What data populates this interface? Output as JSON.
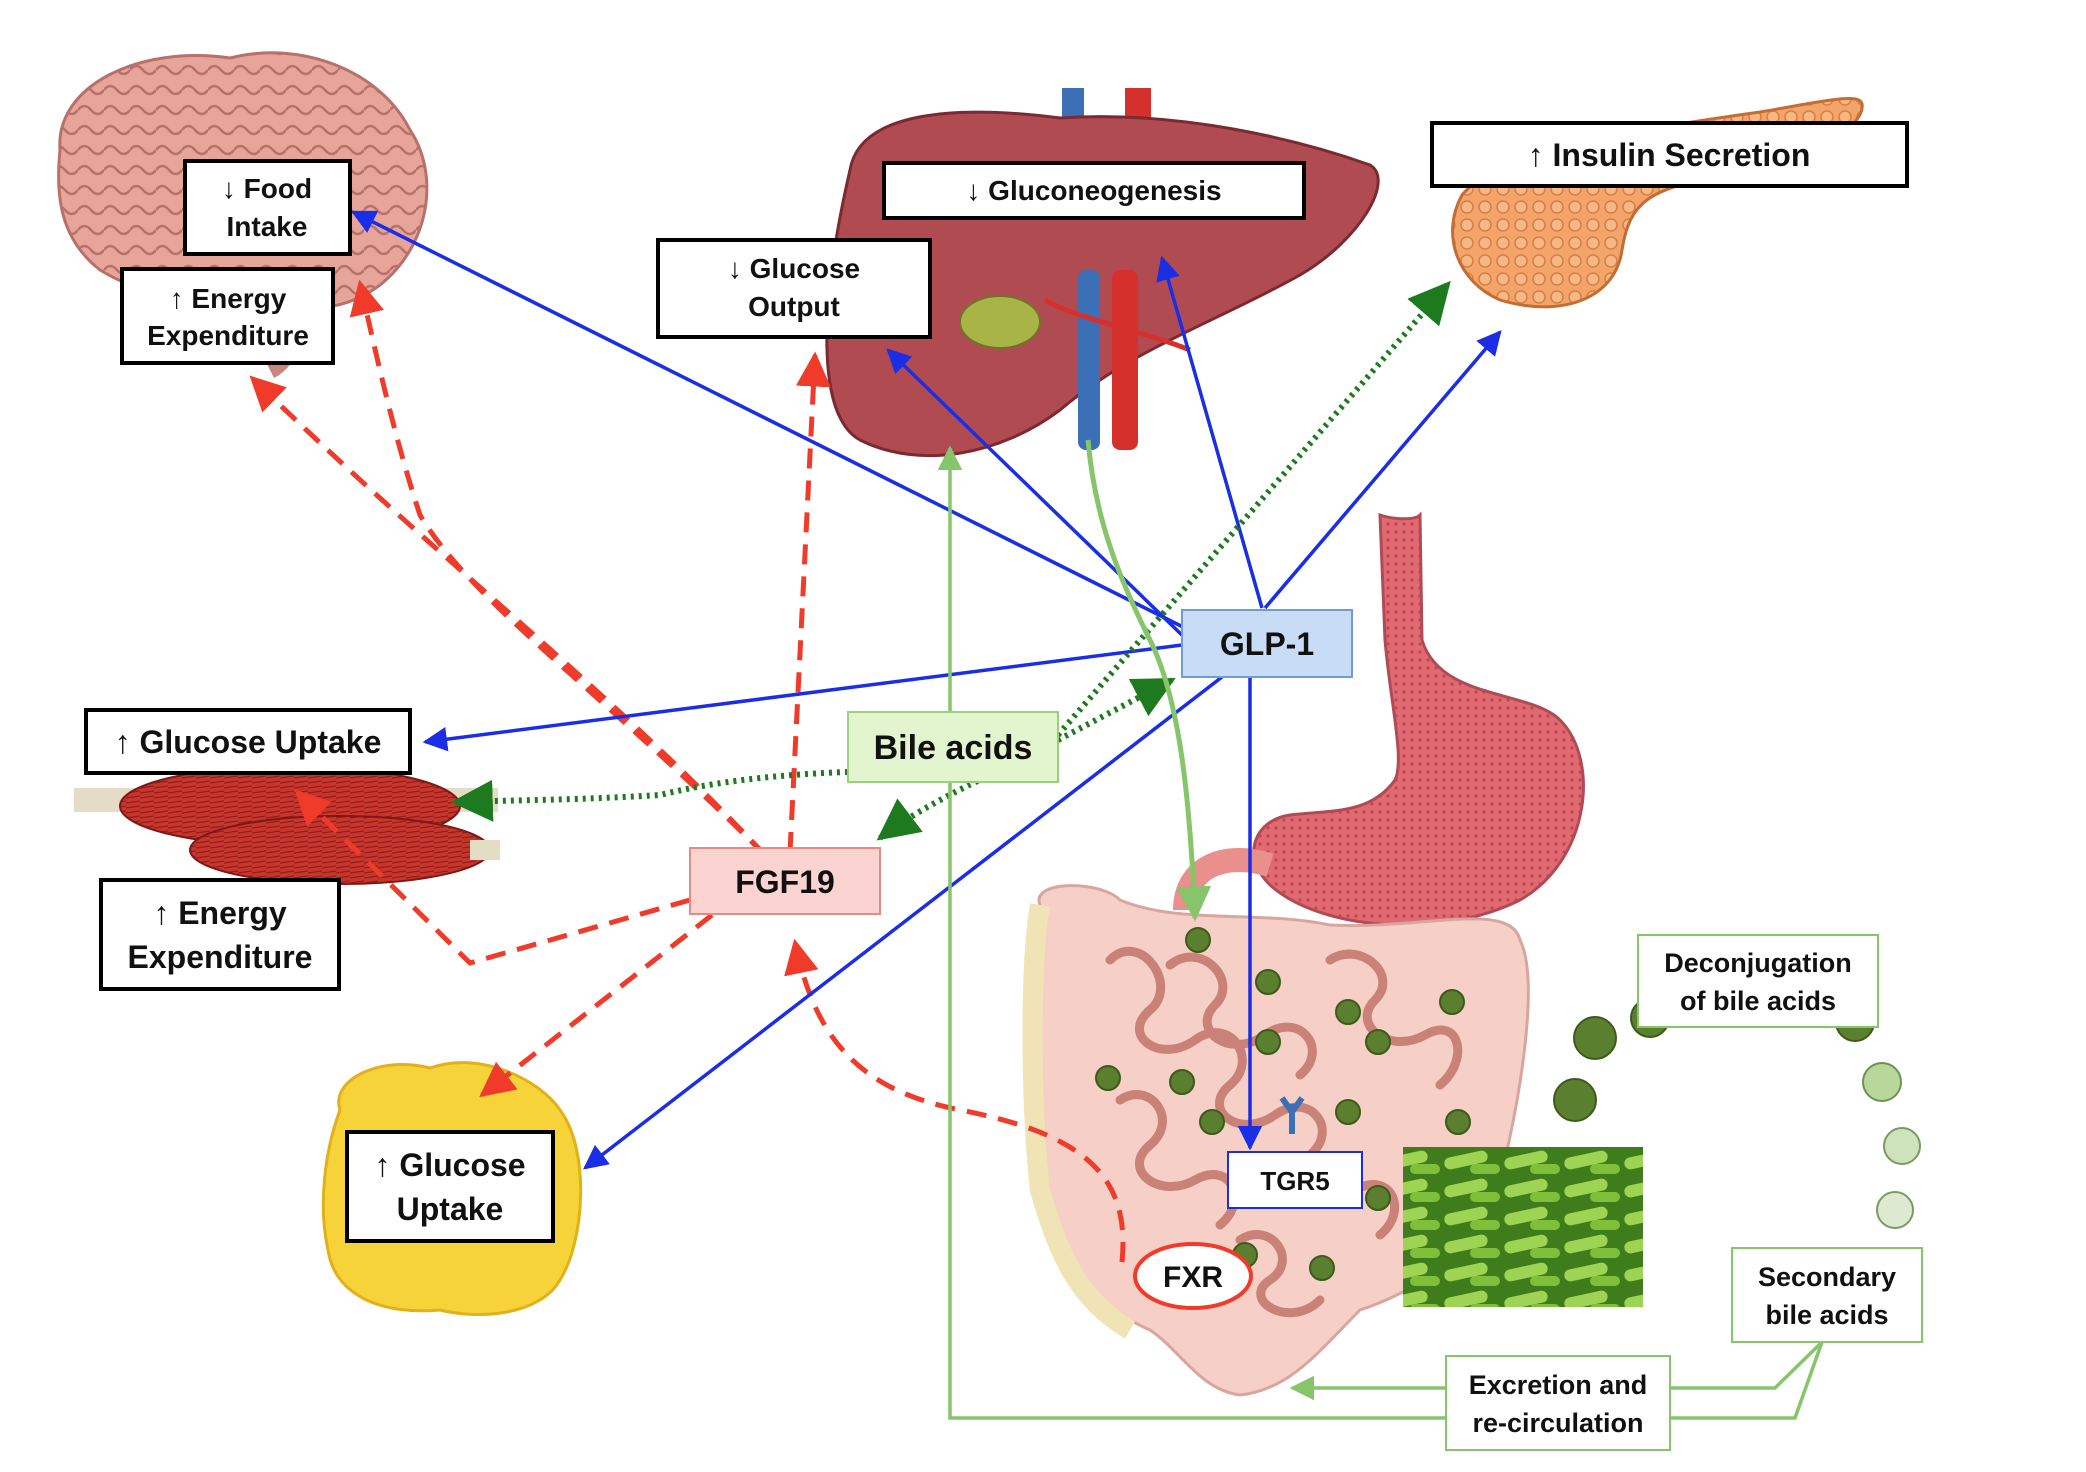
{
  "labels": {
    "food_intake": [
      "↓ Food",
      "Intake"
    ],
    "brain_energy_expenditure": [
      "↑ Energy",
      "Expenditure"
    ],
    "glucose_output": [
      "↓ Glucose",
      "Output"
    ],
    "gluconeogenesis": "↓ Gluconeogenesis",
    "insulin_secretion": "↑ Insulin Secretion",
    "muscle_glucose_uptake": "↑ Glucose Uptake",
    "muscle_energy_expenditure": [
      "↑ Energy",
      "Expenditure"
    ],
    "adipose_glucose_uptake": [
      "↑ Glucose",
      "Uptake"
    ],
    "glp1": "GLP-1",
    "bile_acids": "Bile acids",
    "fgf19": "FGF19",
    "tgr5": "TGR5",
    "fxr": "FXR",
    "deconjugation": [
      "Deconjugation",
      "of bile acids"
    ],
    "secondary_bile_acids": [
      "Secondary",
      "bile acids"
    ],
    "excretion": [
      "Excretion and",
      "re-circulation"
    ]
  },
  "colors": {
    "glp1_arrow": "#1a2ee6",
    "fgf19_arrow": "#f03a2a",
    "bile_dotted": "#1e7a1e",
    "recirculation": "#86c56a",
    "glp1_box_fill": "#c9dcf5",
    "glp1_box_stroke": "#6f9bd6",
    "bile_box_fill": "#e3f5cf",
    "bile_box_stroke": "#9ccf7a",
    "fgf19_box_fill": "#fbd3d0",
    "fgf19_box_stroke": "#e58a84",
    "bacteria_dot": "#5a7f2e"
  }
}
